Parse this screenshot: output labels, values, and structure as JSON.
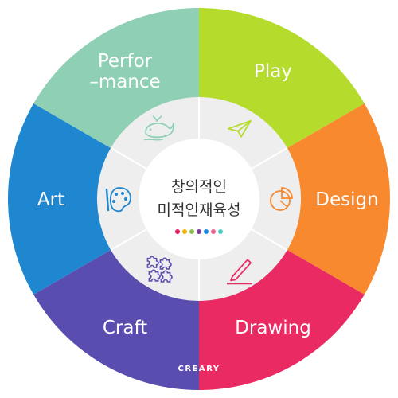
{
  "brand": "CREARY",
  "center": {
    "line1": "창의적인",
    "line2": "미적인재육성",
    "dots": [
      "#e91e63",
      "#f4b400",
      "#8bc34a",
      "#7b3fa0",
      "#1e88e5",
      "#f06292",
      "#4dd0c4"
    ]
  },
  "segments": [
    {
      "key": "play",
      "label_lines": [
        "Play"
      ],
      "color": "#b5dc2c",
      "icon": "paper-plane-icon"
    },
    {
      "key": "design",
      "label_lines": [
        "Design"
      ],
      "color": "#f8892e",
      "icon": "pie-chart-icon"
    },
    {
      "key": "drawing",
      "label_lines": [
        "Drawing"
      ],
      "color": "#ea2b63",
      "icon": "pencil-icon"
    },
    {
      "key": "craft",
      "label_lines": [
        "Craft"
      ],
      "color": "#5a4db0",
      "icon": "puzzle-icon"
    },
    {
      "key": "art",
      "label_lines": [
        "Art"
      ],
      "color": "#1f87d0",
      "icon": "palette-icon"
    },
    {
      "key": "performance",
      "label_lines": [
        "Perfor",
        "–mance"
      ],
      "color": "#8fd0b5",
      "icon": "whale-icon"
    }
  ]
}
